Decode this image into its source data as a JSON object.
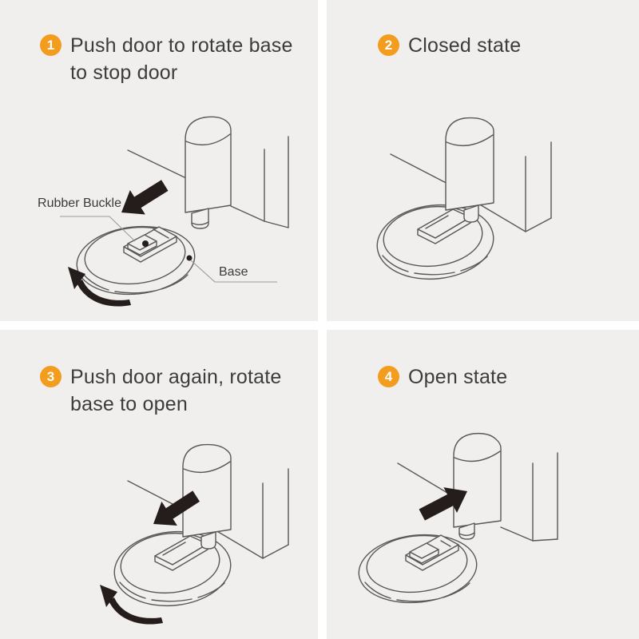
{
  "theme": {
    "page-bg": "#ffffff",
    "panel-bg": "#f0efed",
    "line-color": "#585858",
    "leader-color": "#9b9b9b",
    "dark-color": "#241d1b",
    "badge-bg": "#f39c1d",
    "badge-fg": "#ffffff",
    "title-color": "#3c3c3c",
    "label-color": "#3b3b3b"
  },
  "panels": [
    {
      "number": "1",
      "title": "Push door to rotate base\nto stop door",
      "labels": {
        "rubber_buckle": "Rubber Buckle",
        "base": "Base"
      },
      "icons": [
        "push-arrow-icon",
        "rotate-arrow-icon"
      ]
    },
    {
      "number": "2",
      "title": "Closed state",
      "icons": []
    },
    {
      "number": "3",
      "title": "Push door again, rotate\nbase to open",
      "icons": [
        "push-arrow-icon",
        "rotate-arrow-icon"
      ]
    },
    {
      "number": "4",
      "title": "Open state",
      "icons": [
        "push-arrow-icon"
      ]
    }
  ]
}
